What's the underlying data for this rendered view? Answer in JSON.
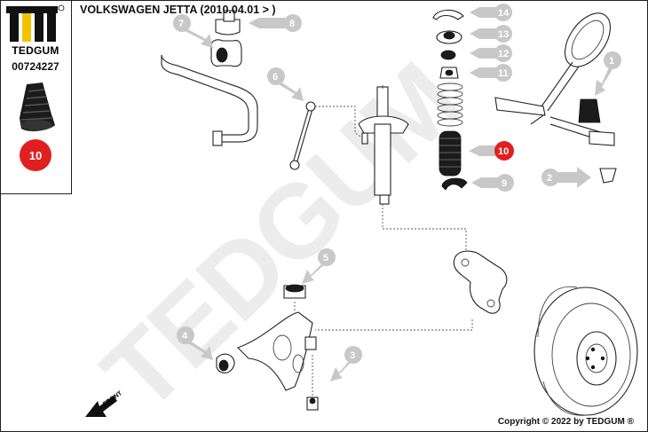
{
  "sidebar": {
    "brand": "TEDGUM",
    "part_number": "00724227",
    "badge_number": "10"
  },
  "header": {
    "title": "VOLKSWAGEN JETTA (2010.04.01 > )"
  },
  "watermark": "TEDGUM",
  "front_label": "FRONT",
  "callouts": [
    "14",
    "13",
    "12",
    "11",
    "10",
    "9",
    "8",
    "7",
    "6",
    "5",
    "4",
    "3",
    "2",
    "1"
  ],
  "highlight_callout": "10",
  "colors": {
    "accent_red": "#e02020",
    "callout_gray": "#c8c8c8",
    "logo_yellow": "#f2c200"
  },
  "footer": {
    "copyright": "Copyright © 2022 by TEDGUM ®"
  }
}
